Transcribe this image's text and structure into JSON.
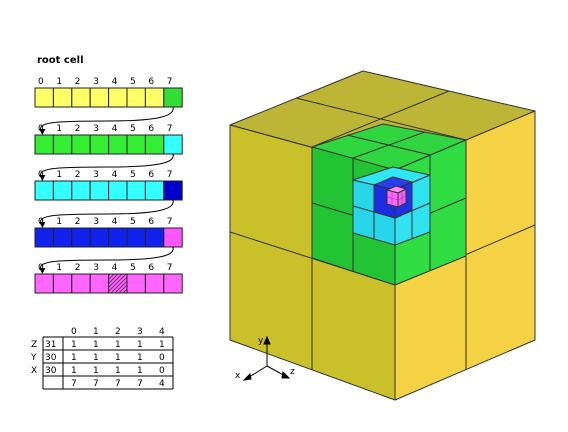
{
  "title": "root cell",
  "index_labels": [
    "0",
    "1",
    "2",
    "3",
    "4",
    "5",
    "6",
    "7"
  ],
  "rows": [
    {
      "base_color": "#ffff66",
      "special_index": 7,
      "special_color": "#33dd33"
    },
    {
      "base_color": "#33ee33",
      "special_index": 7,
      "special_color": "#33ffff"
    },
    {
      "base_color": "#33ffff",
      "special_index": 7,
      "special_color": "#0000cc"
    },
    {
      "base_color": "#1122ee",
      "special_index": 7,
      "special_color": "#ff55ff"
    },
    {
      "base_color": "#ff66ff",
      "special_index": 4,
      "special_color": "hatched"
    }
  ],
  "table": {
    "header": [
      "0",
      "1",
      "2",
      "3",
      "4"
    ],
    "rows": [
      {
        "axis": "Z",
        "code": "31",
        "values": [
          "1",
          "1",
          "1",
          "1",
          "1"
        ]
      },
      {
        "axis": "Y",
        "code": "30",
        "values": [
          "1",
          "1",
          "1",
          "1",
          "0"
        ]
      },
      {
        "axis": "X",
        "code": "30",
        "values": [
          "1",
          "1",
          "1",
          "1",
          "0"
        ]
      },
      {
        "axis": "",
        "code": "",
        "values": [
          "7",
          "7",
          "7",
          "7",
          "4"
        ]
      }
    ]
  },
  "axes": {
    "x": "x",
    "y": "y",
    "z": "z"
  },
  "colors": {
    "cube_front": "#c9c02a",
    "cube_top": "#bdb535",
    "cube_right": "#f5d244",
    "green": "#22c433",
    "green_top": "#2fd640",
    "cyan": "#26d6e8",
    "blue": "#1a2ee0",
    "magenta": "#ff66ff"
  }
}
